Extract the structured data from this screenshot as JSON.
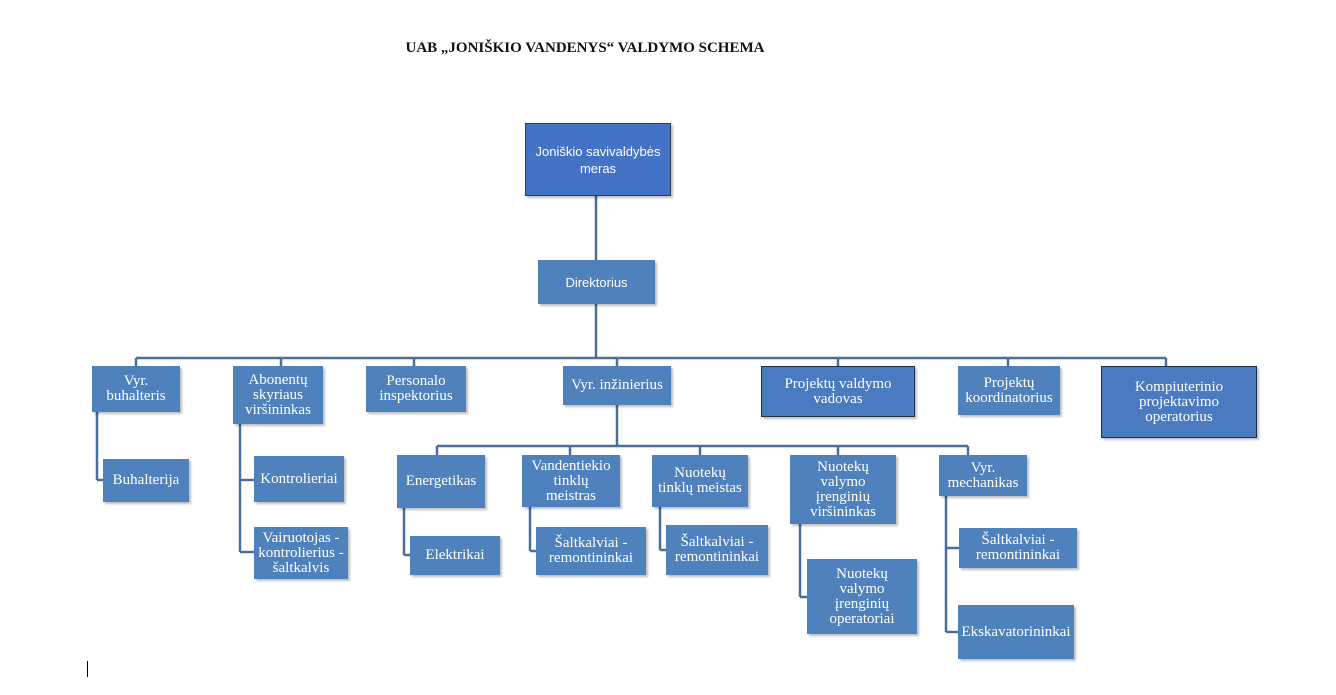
{
  "title": "UAB „JONIŠKIO VANDENYS“ VALDYMO SCHEMA",
  "line_color": "#4a6f9a",
  "box_color": "#4f81bd",
  "nodes": {
    "meras": "Joniškio savivaldybės meras",
    "direktorius": "Direktorius",
    "vyr_buhalteris": "Vyr. buhalteris",
    "abonentu": "Abonentų skyriaus viršininkas",
    "personalo": "Personalo inspektorius",
    "vyr_inzinierius": "Vyr. inžinierius",
    "projektu_valdymo": "Projektų valdymo vadovas",
    "projektu_koord": "Projektų koordinatorius",
    "kompiuterinio": "Kompiuterinio projektavimo operatorius",
    "buhalterija": "Buhalterija",
    "kontrolieriai": "Kontrolieriai",
    "vairuotojas": "Vairuotojas - kontrolierius - šaltkalvis",
    "energetikas": "Energetikas",
    "elektrikai": "Elektrikai",
    "vandentiekio": "Vandentiekio tinklų meistras",
    "saltkalviai1": "Šaltkalviai - remontininkai",
    "nuoteku_tinklu": "Nuotekų tinklų meistas",
    "saltkalviai2": "Šaltkalviai - remontininkai",
    "nuoteku_valymo_virs": "Nuotekų valymo įrenginių viršininkas",
    "nuoteku_valymo_op": "Nuotekų valymo įrenginių operatoriai",
    "vyr_mechanikas": "Vyr. mechanikas",
    "saltkalviai3": "Šaltkalviai - remontininkai",
    "ekskavatorininkai": "Ekskavatorininkai"
  }
}
